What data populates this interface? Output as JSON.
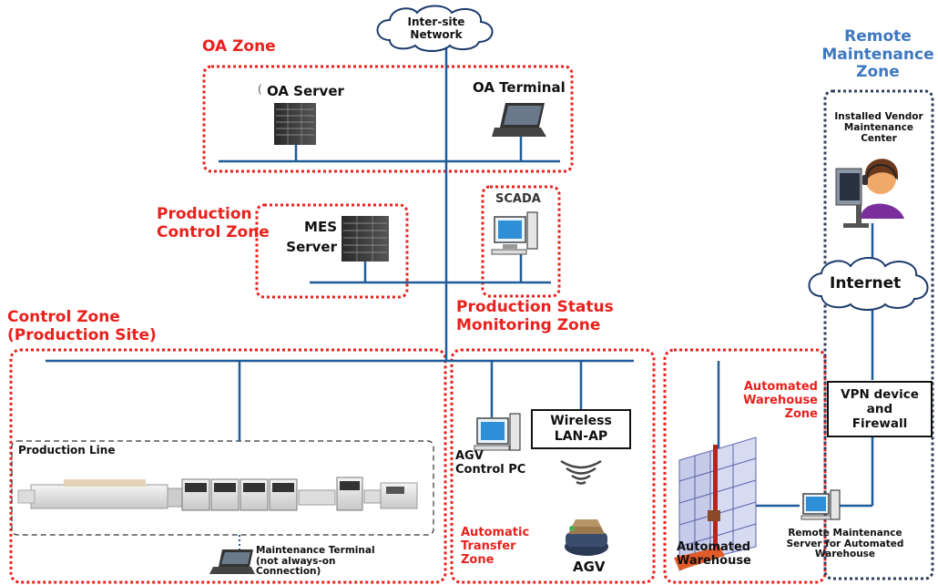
{
  "network_cloud": {
    "line1": "Inter-site",
    "line2": "Network"
  },
  "oa_zone": {
    "title": "OA Zone",
    "server_label": "OA Server",
    "server_label_prefix": "(",
    "terminal_label": "OA Terminal"
  },
  "production_control_zone": {
    "title_line1": "Production",
    "title_line2": "Control Zone",
    "mes_line1": "MES",
    "mes_line2": "Server"
  },
  "production_status_zone": {
    "scada_label": "SCADA",
    "title_line1": "Production Status",
    "title_line2": "Monitoring Zone"
  },
  "control_zone": {
    "title_line1": "Control Zone",
    "title_line2": "(Production Site)",
    "production_line_label": "Production Line",
    "maintenance_terminal": {
      "line1": "Maintenance Terminal",
      "line2": "(not always-on",
      "line3": "Connection)"
    }
  },
  "automatic_transfer_zone": {
    "agv_pc_line1": "AGV",
    "agv_pc_line2": "Control PC",
    "wireless_line1": "Wireless",
    "wireless_line2": "LAN-AP",
    "agv_label": "AGV",
    "title_line1": "Automatic",
    "title_line2": "Transfer",
    "title_line3": "Zone"
  },
  "automated_warehouse_zone": {
    "title_line1": "Automated",
    "title_line2": "Warehouse",
    "title_line3": "Zone",
    "warehouse_line1": "Automated",
    "warehouse_line2": "Warehouse",
    "remote_server": {
      "line1": "Remote Maintenance",
      "line2": "Server for Automated",
      "line3": "Warehouse"
    }
  },
  "remote_maintenance_zone": {
    "title_line1": "Remote",
    "title_line2": "Maintenance",
    "title_line3": "Zone",
    "vendor_line1": "Installed Vendor",
    "vendor_line2": "Maintenance",
    "vendor_line3": "Center",
    "internet_label": "Internet",
    "vpn_line1": "VPN device and",
    "vpn_line2": "Firewall"
  },
  "colors": {
    "zone_red": "#e8211d",
    "remote_blue": "#3e78c0",
    "network_line": "#1f5c99",
    "dashed_navy": "#2f3e5a"
  }
}
